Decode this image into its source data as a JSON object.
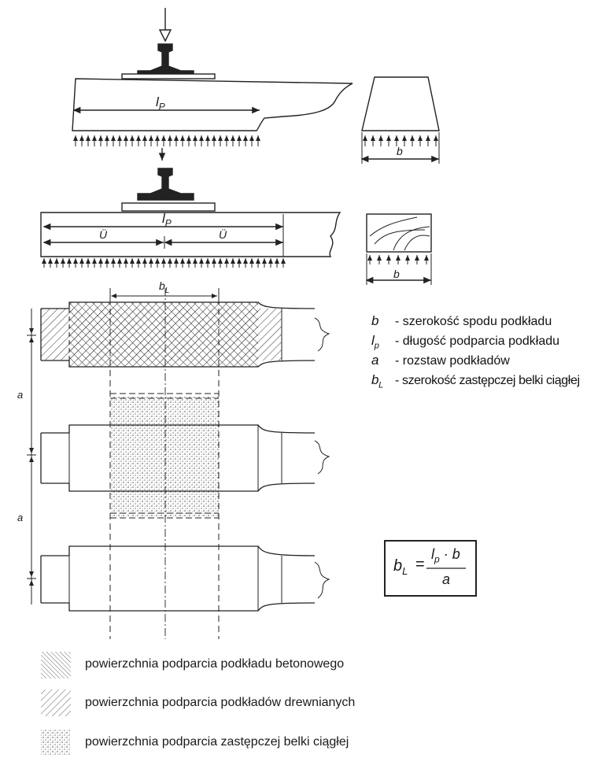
{
  "labels": {
    "lp": "l",
    "lp_sub": "P",
    "b": "b",
    "u": "Ü",
    "bl": "b",
    "bl_sub": "L",
    "a": "a"
  },
  "symbols": [
    {
      "sym": "b",
      "sub": "",
      "desc": "- szerokość spodu podkładu"
    },
    {
      "sym": "l",
      "sub": "p",
      "desc": "- długość podparcia podkładu"
    },
    {
      "sym": "a",
      "sub": "",
      "desc": "- rozstaw podkładów"
    },
    {
      "sym": "b",
      "sub": "L",
      "desc": "- szerokość zastępczej belki ciągłej"
    }
  ],
  "formula": {
    "lhs": "b",
    "lhs_sub": "L",
    "eq": "=",
    "num": "l",
    "num_sub": "p",
    "num_rest": "· b",
    "den": "a"
  },
  "legend": [
    {
      "label": "powierzchnia podparcia podkładu betonowego",
      "pattern": "diag-dense"
    },
    {
      "label": "powierzchnia podparcia podkładów drewnianych",
      "pattern": "diag-sparse"
    },
    {
      "label": "powierzchnia podparcia zastępczej belki ciągłej",
      "pattern": "dots"
    }
  ]
}
